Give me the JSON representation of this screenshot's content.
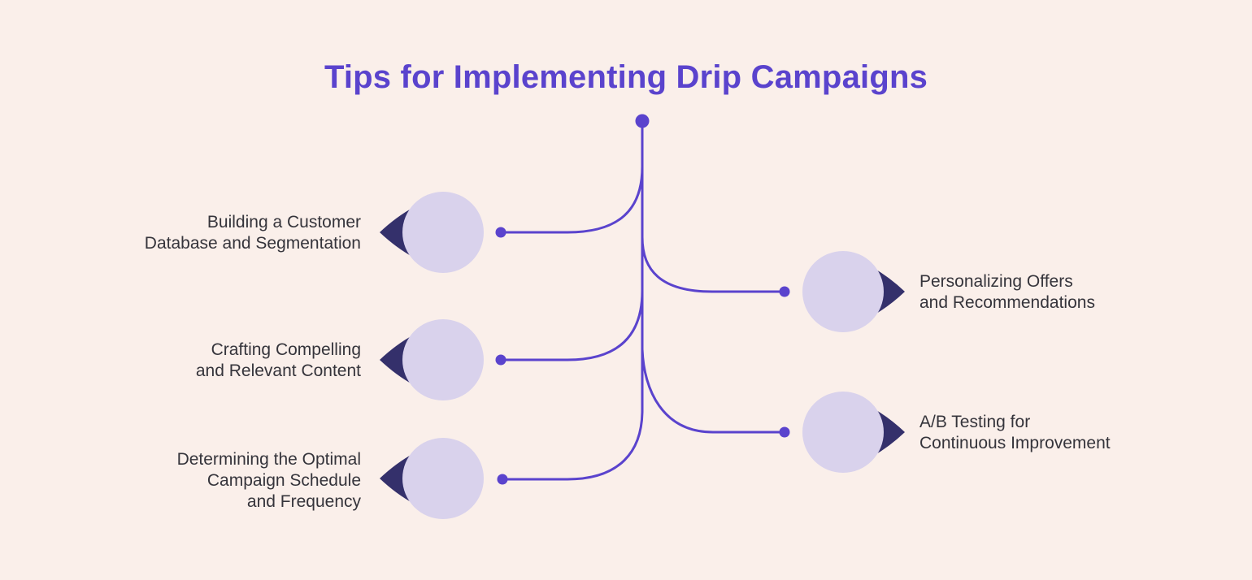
{
  "title": {
    "text": "Tips for Implementing Drip Campaigns"
  },
  "colors": {
    "background": "#FAEFEA",
    "accent": "#5A43CD",
    "circle": "#D9D2EC",
    "arrow": "#34306B",
    "text": "#35343B"
  },
  "diagram": {
    "type": "branch-tree",
    "nodes_left": [
      {
        "lines": [
          "Building a Customer",
          "Database and Segmentation"
        ]
      },
      {
        "lines": [
          "Crafting Compelling",
          "and Relevant Content"
        ]
      },
      {
        "lines": [
          "Determining the Optimal",
          "Campaign Schedule",
          "and Frequency"
        ]
      }
    ],
    "nodes_right": [
      {
        "lines": [
          "Personalizing Offers",
          "and Recommendations"
        ]
      },
      {
        "lines": [
          "A/B Testing for",
          "Continuous Improvement"
        ]
      }
    ]
  }
}
